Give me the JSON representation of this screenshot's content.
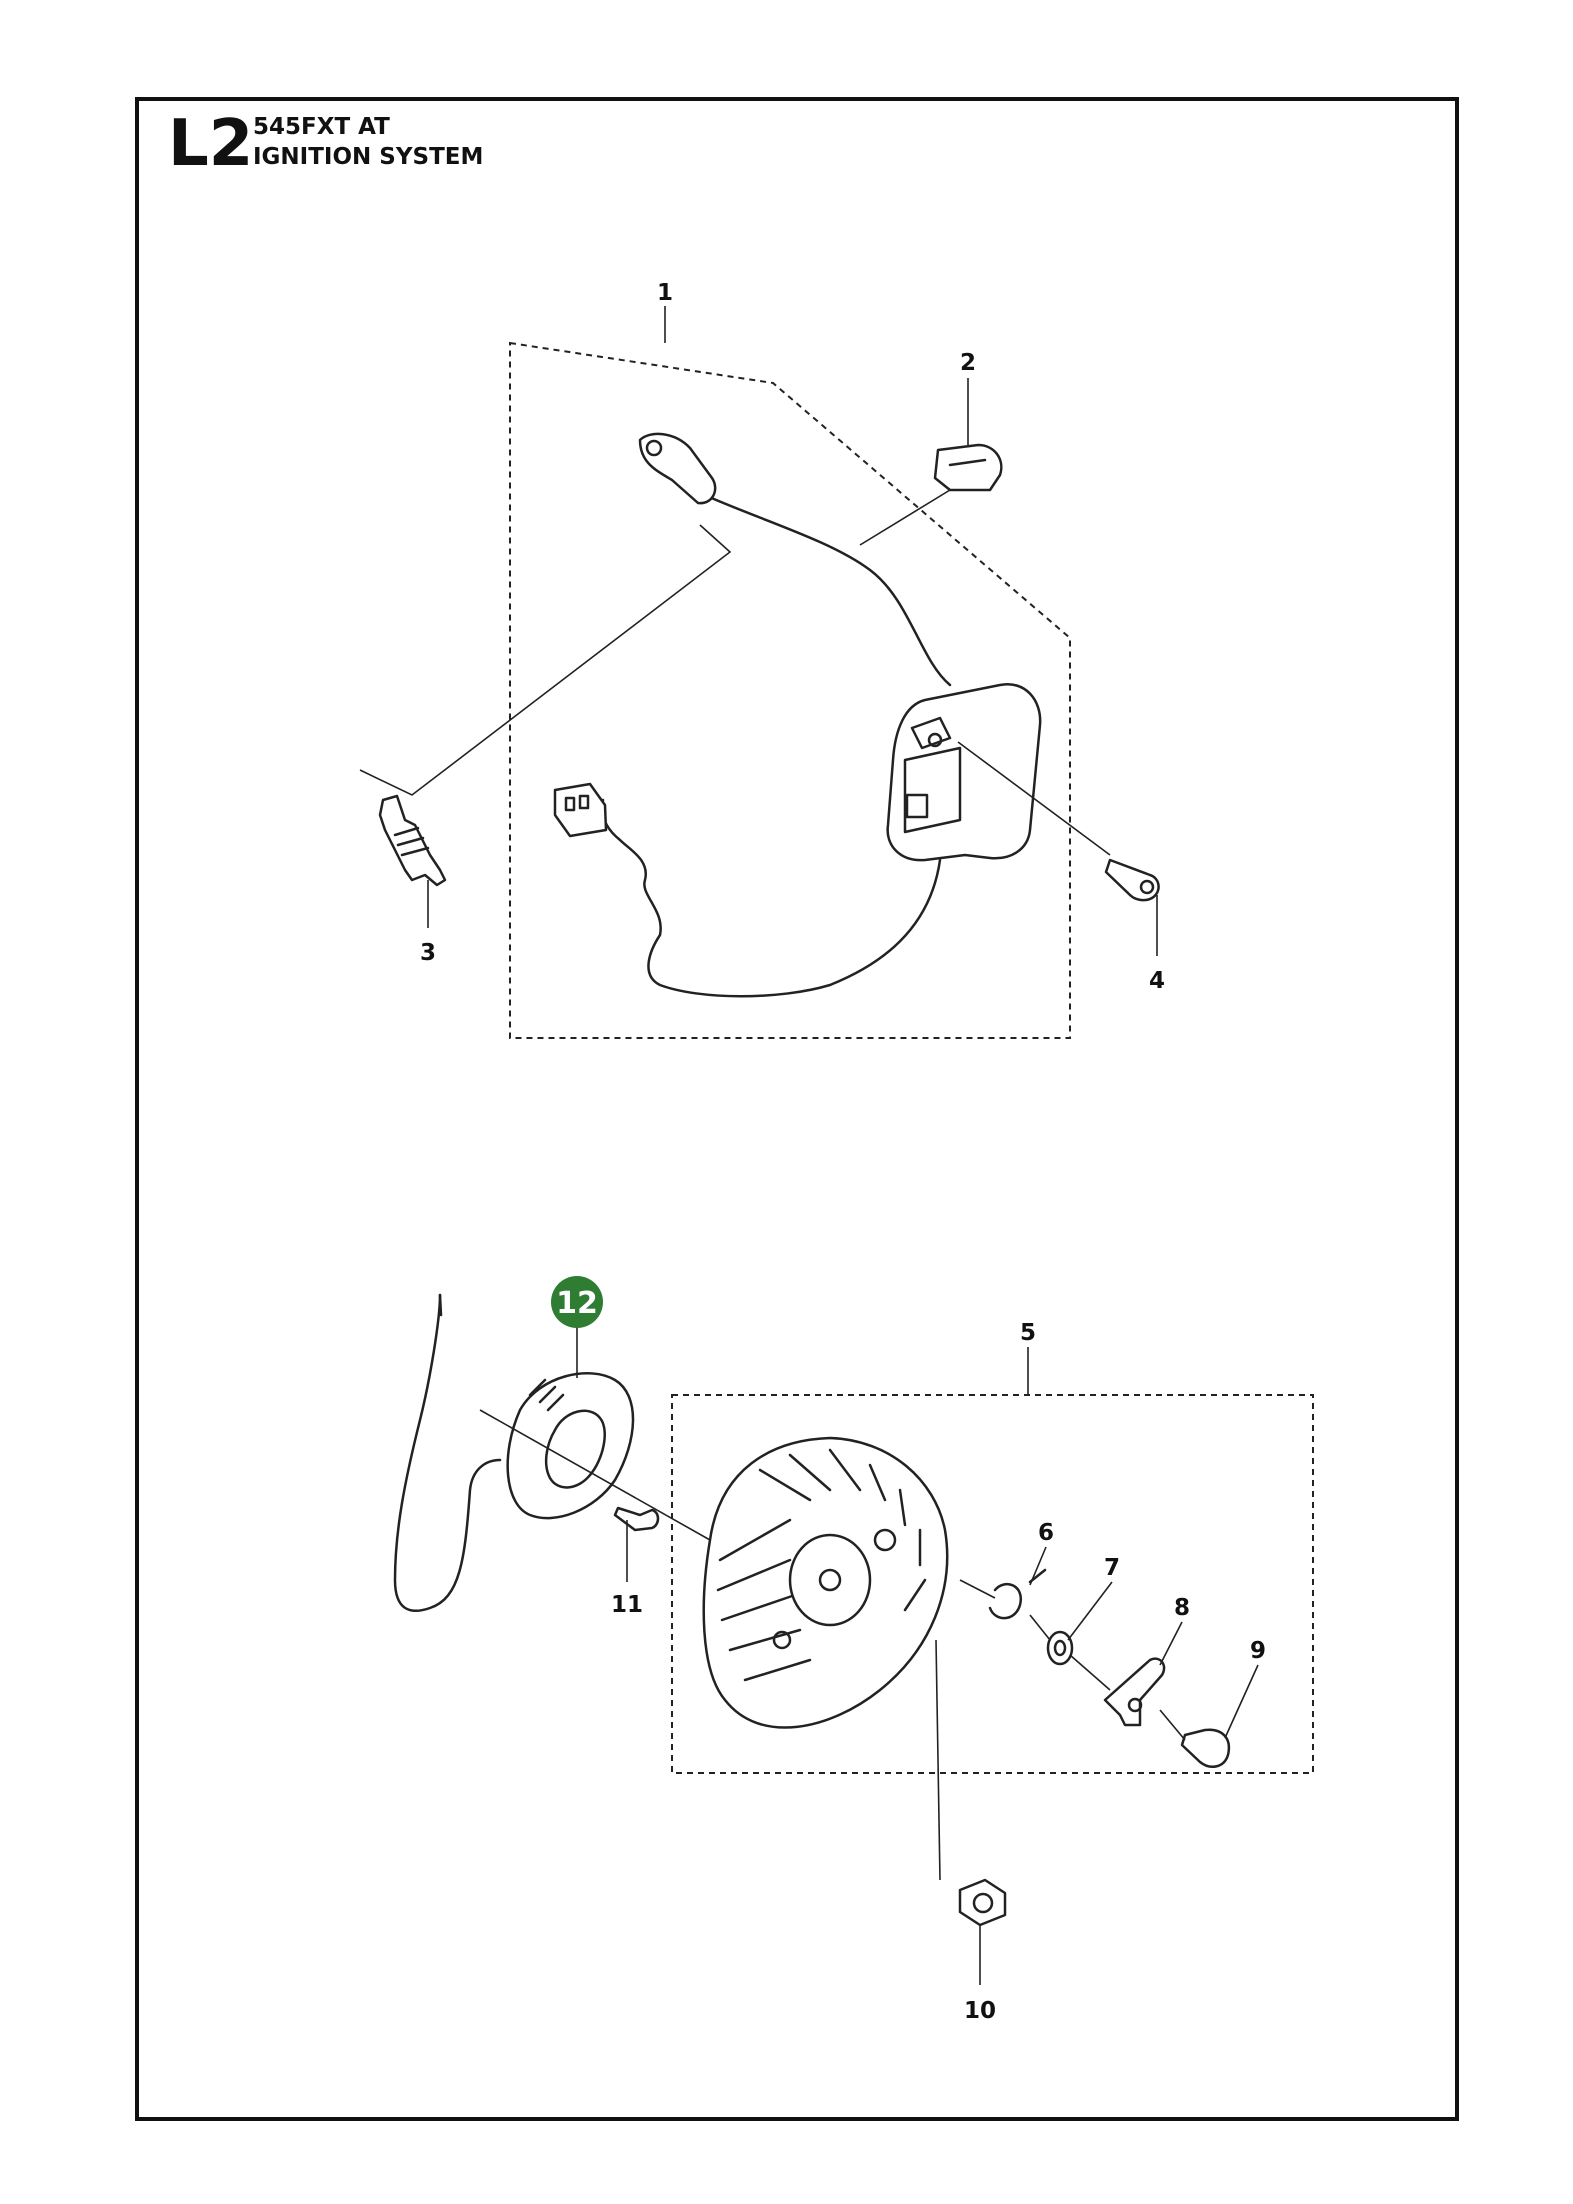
{
  "header": {
    "section_code": "L2",
    "model": "545FXT AT",
    "title": "IGNITION SYSTEM"
  },
  "callouts": {
    "c1": "1",
    "c2": "2",
    "c3": "3",
    "c4": "4",
    "c5": "5",
    "c6": "6",
    "c7": "7",
    "c8": "8",
    "c9": "9",
    "c10": "10",
    "c11": "11"
  },
  "highlight": {
    "label": "12",
    "color": "#2e7d32"
  }
}
